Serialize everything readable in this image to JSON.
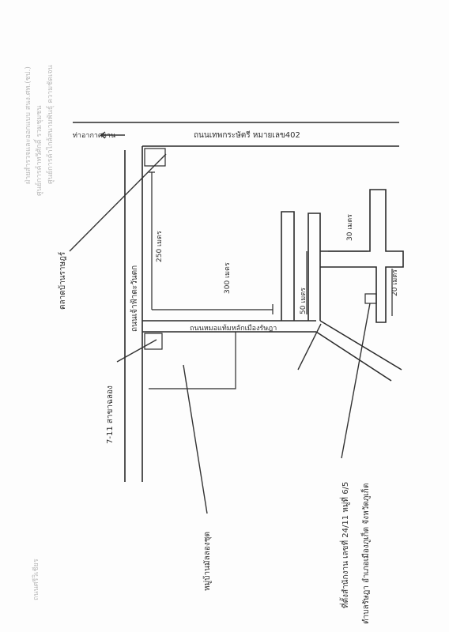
{
  "map": {
    "header_faint_1": "ฝ่ายสำรวจและออกแบบ สนง.ศท.(ชป.)",
    "header_faint_2": "ศูนย์การค้าทวีศักดิ์ รวมชุมชน",
    "header_faint_3": "ศูนย์การค้าไกล้สนามพันธุ์ ความชัดเจน",
    "road_top": "ถนนเทพกระษัตรี หมายเลข402",
    "direction_right": "ท่าอากาศยาน",
    "road_main": "ถนนเจ้าฟ้าตะวันตก",
    "road_side": "ถนนหมอแท้มหลักเมืองรัษฎา",
    "dist_250": "250 เมตร",
    "dist_300": "300 เมตร",
    "dist_50": "50 เมตร",
    "dist_30": "30 เมตร",
    "dist_20": "20 เมตร",
    "label_market": "ตลาดบ้านราษฎร์",
    "label_711": "7-11 สาขาฉลอง",
    "label_village": "หมู่บ้านมัลลองชุด",
    "addr_1": "ที่ตั้งสำนักงาน เลขที่ 24/11 หมู่ที่ 6/5",
    "addr_2": "ตำบลรัษฎา อำเภอเมืองภูเก็ต จังหวัดภูเก็ต",
    "footer_left": "ถนนศรีวิเชียร"
  },
  "colors": {
    "ink": "#2a2a2a",
    "faint": "#b9b9b9",
    "paper": "#fdfdfd"
  }
}
